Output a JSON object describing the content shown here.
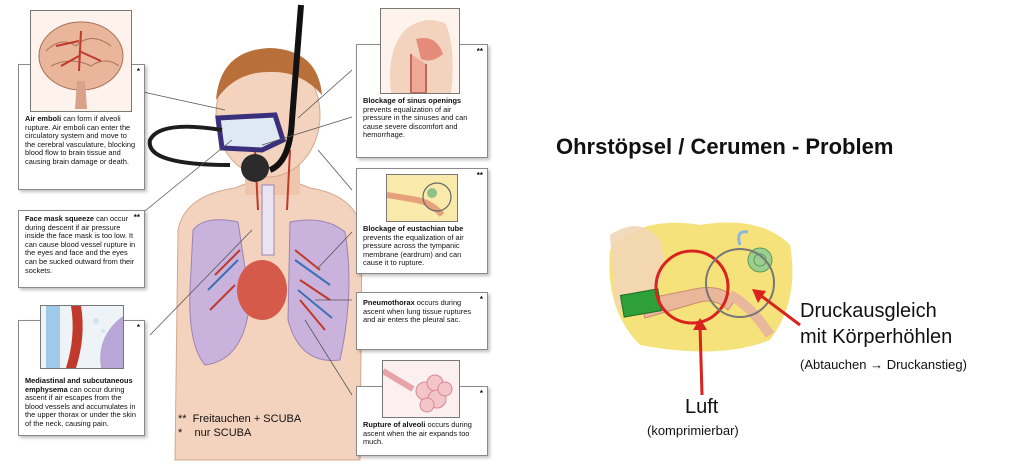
{
  "left_panel": {
    "boxes": {
      "air_emboli": {
        "bold": "Air emboli",
        "text": " can form if alveoli rupture. Air emboli can enter the circulatory system and move to the cerebral vasculature, blocking blood flow to brain tissue and causing brain damage or death.",
        "mark": "*"
      },
      "face_mask": {
        "bold": "Face mask squeeze",
        "text": " can occur during descent if air pressure inside the face mask is too low. It can cause blood vessel rupture in the eyes and face and the eyes can be sucked outward from their sockets.",
        "mark": "**"
      },
      "mediastinal": {
        "bold": "Mediastinal and subcutaneous emphysema",
        "text": " can occur during ascent if air escapes from the blood vessels and accumulates in the upper thorax or under the skin of the neck, causing pain.",
        "mark": "*"
      },
      "sinus": {
        "bold": "Blockage of sinus openings",
        "text": " prevents equalization of air pressure in the sinuses and can cause severe discomfort and hemorrhage.",
        "mark": "**"
      },
      "eustachian": {
        "bold": "Blockage of eustachian tube",
        "text": " prevents the equalization of air pressure across the tympanic membrane (eardrum) and can cause it to rupture.",
        "mark": "**"
      },
      "pneumothorax": {
        "bold": "Pneumothorax",
        "text": " occurs during ascent when lung tissue ruptures and air enters the pleural sac.",
        "mark": "*"
      },
      "alveoli": {
        "bold": "Rupture of alveoli",
        "text": " occurs during ascent when the air expands too much.",
        "mark": "*"
      }
    },
    "legend": {
      "line1": "**  Freitauchen + SCUBA",
      "line2": "*    nur SCUBA"
    }
  },
  "right_panel": {
    "title": "Ohrstöpsel / Cerumen - Problem",
    "label_pressure": "Druckausgleich",
    "label_pressure2": "mit Körperhöhlen",
    "label_pressure_note": "(Abtauchen → Druckanstieg)",
    "label_air": "Luft",
    "label_air_note": "(komprimierbar)"
  },
  "colors": {
    "annotation_red": "#d9231f",
    "lung": "#c9b3dc",
    "skin": "#f3d3bd",
    "mask": "#3a2f7a"
  }
}
